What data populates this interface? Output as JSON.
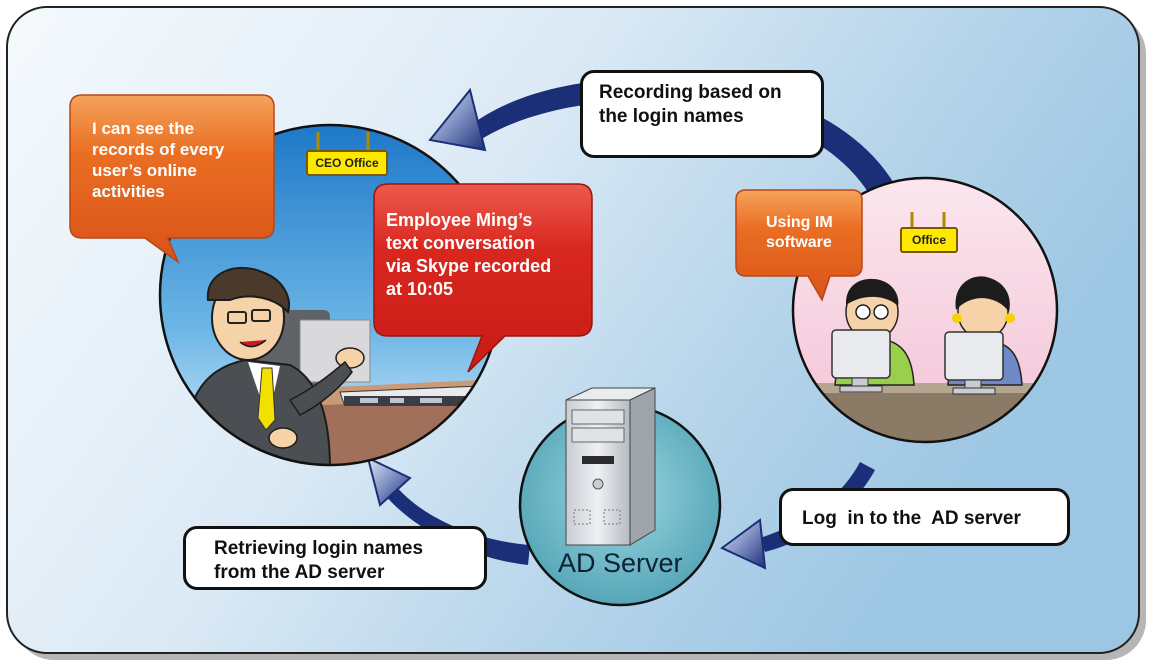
{
  "labels": {
    "top_box": [
      "Recording based on",
      "the login names"
    ],
    "left_box": [
      "Retrieving login names",
      "from the AD server"
    ],
    "right_box": "Log  in to the  AD server",
    "ceo_bubble": [
      "I can see the",
      "records of every",
      "user’s online",
      "activities"
    ],
    "employee_bubble": [
      "Employee Ming’s",
      "text conversation",
      "via Skype recorded",
      "at 10:05"
    ],
    "im_bubble": [
      "Using IM",
      "software"
    ],
    "ceo_sign": "CEO Office",
    "office_sign": "Office",
    "ad_server": "AD Server"
  },
  "colors": {
    "panel_gradient_light": "#f4f9fd",
    "panel_gradient_dark": "#a9cde6",
    "arrow_blue": "#1b2f78",
    "orange_bubble": "#e8641e",
    "red_bubble": "#d3231f",
    "teal_circle": "#5fb0c0",
    "sign_yellow": "#ffe800"
  },
  "icons": [
    "ceo-character-icon",
    "network-appliance-icon",
    "employee-male-icon",
    "employee-female-icon",
    "monitor-icon",
    "tower-server-icon"
  ]
}
